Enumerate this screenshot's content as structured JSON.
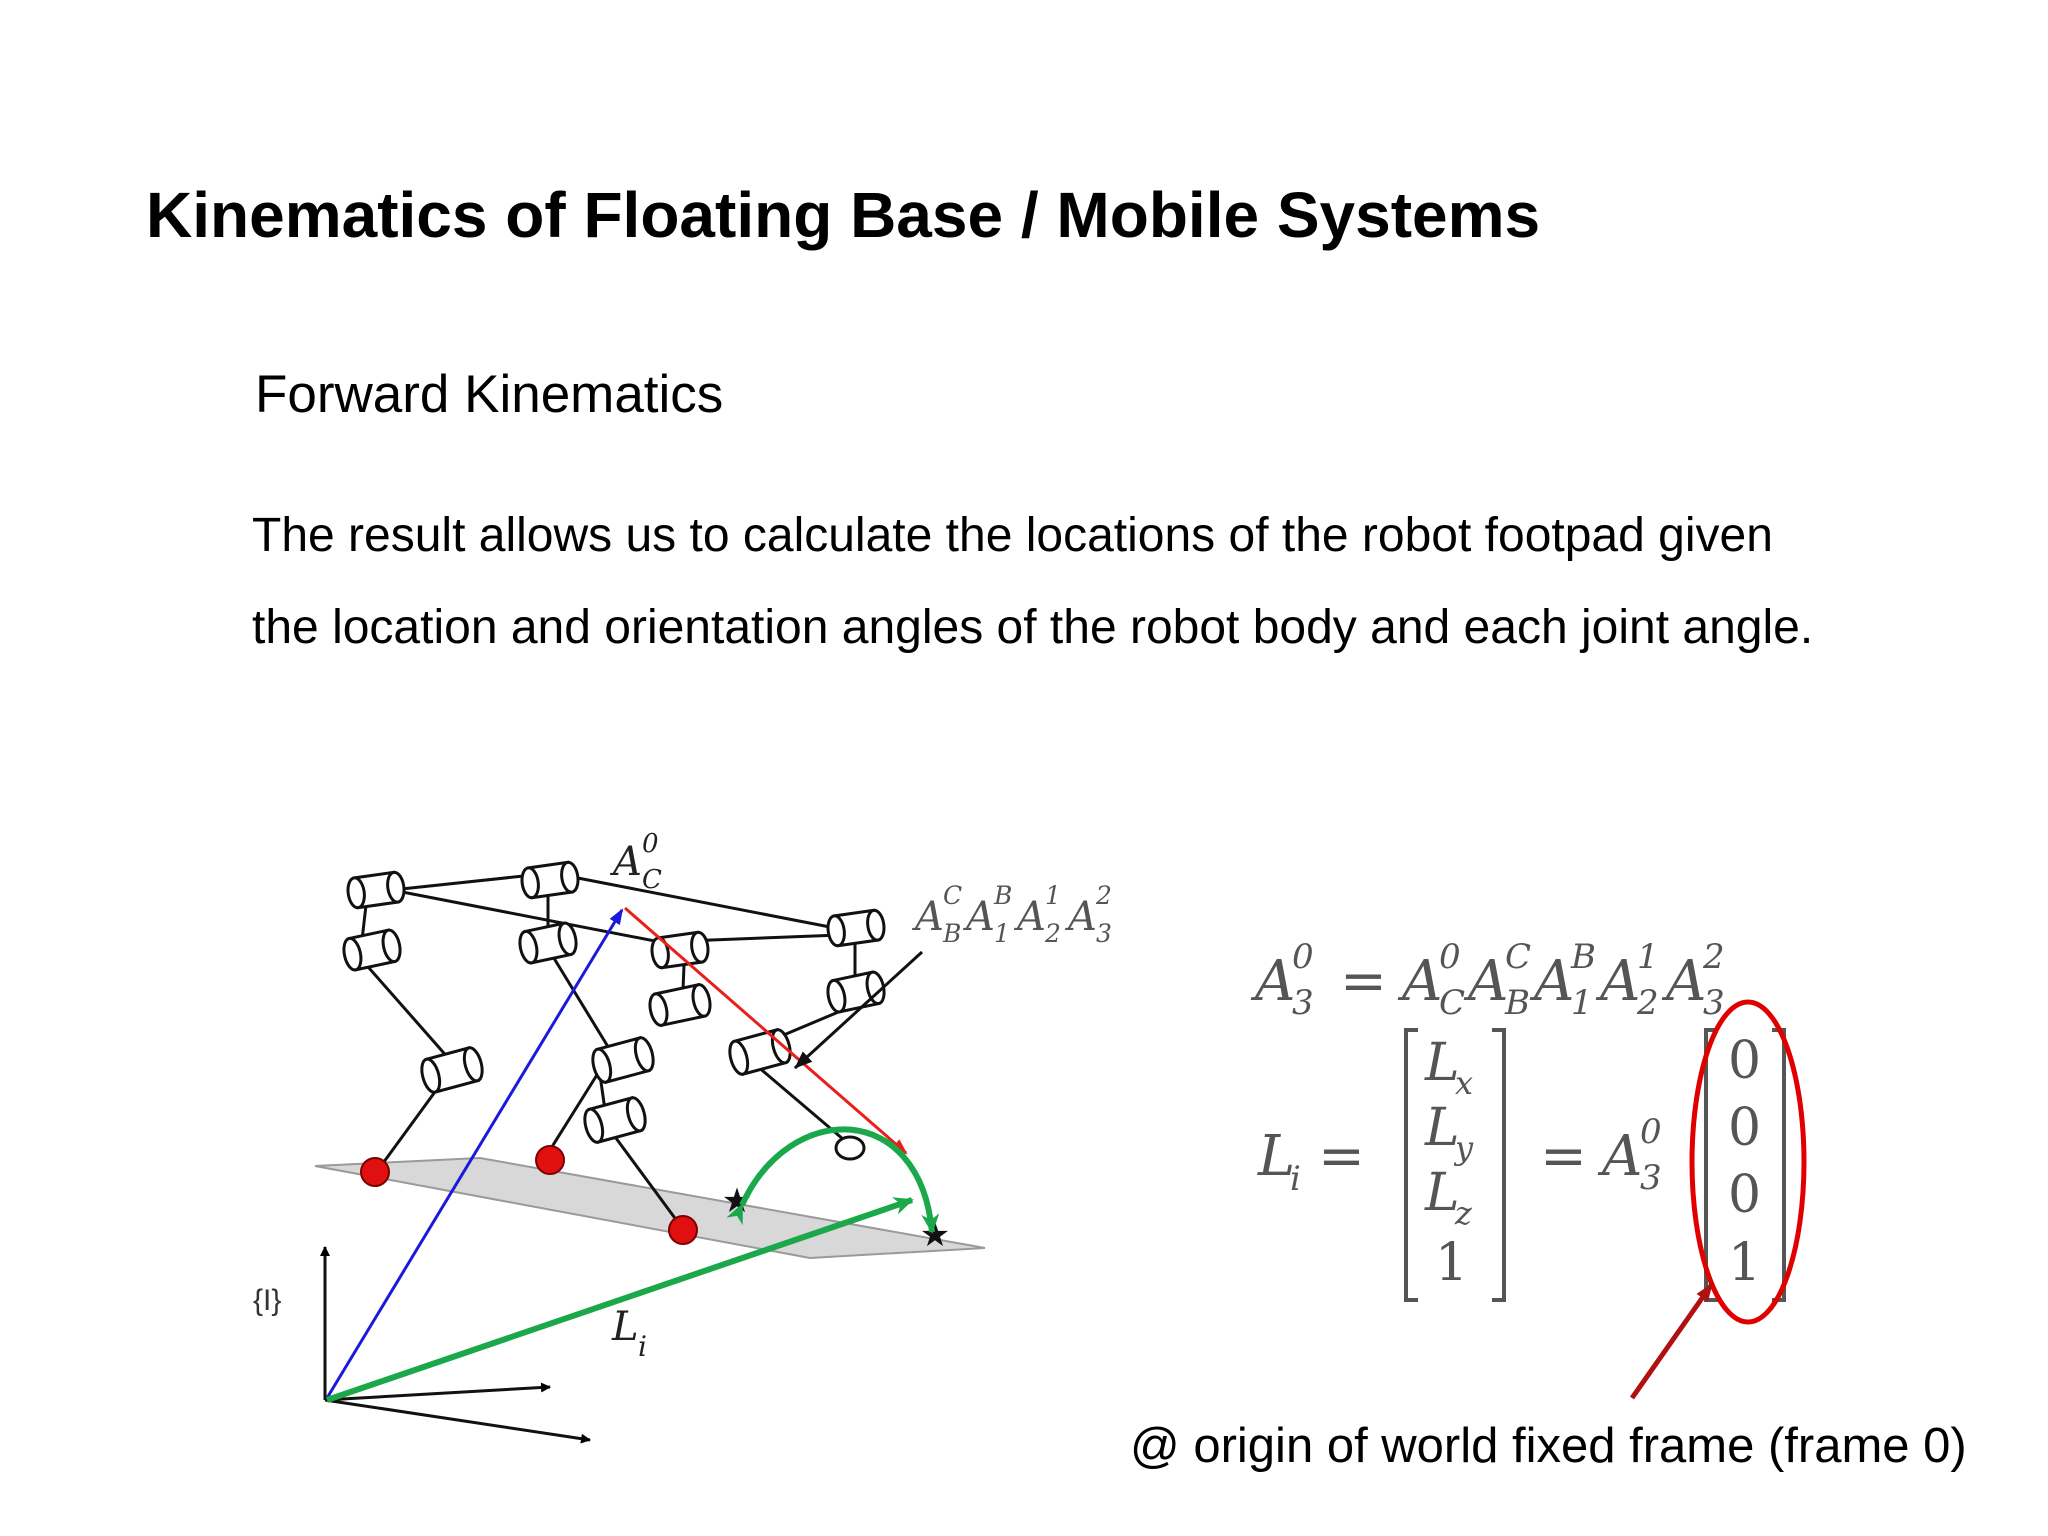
{
  "slide": {
    "title": "Kinematics of Floating Base / Mobile Systems",
    "subtitle": "Forward Kinematics",
    "body_lines": [
      "The result allows us to calculate the locations of the robot footpad given",
      "the location and orientation angles of the robot body and each joint angle."
    ],
    "caption": "@ origin of world fixed frame (frame 0)"
  },
  "diagram": {
    "frame_label": "{I}",
    "body_transform": {
      "base": "A",
      "sup": "0",
      "sub": "C"
    },
    "leg_chain": [
      {
        "base": "A",
        "sup": "C",
        "sub": "B"
      },
      {
        "base": "A",
        "sup": "B",
        "sub": "1"
      },
      {
        "base": "A",
        "sup": "1",
        "sub": "2"
      },
      {
        "base": "A",
        "sup": "2",
        "sub": "3"
      }
    ],
    "foot_vector": {
      "base": "L",
      "sub": "i"
    },
    "colors": {
      "body_vector": "#1a1adb",
      "chain_vector": "#e8201c",
      "foot_vector": "#1aa84a",
      "foot_contact": "#e01010",
      "highlight_ellipse": "#e00000",
      "callout_arrow": "#b01010",
      "ground_plane": "#d8d8d8"
    }
  },
  "equations": {
    "eq1_lhs": {
      "base": "A",
      "sup": "0",
      "sub": "3"
    },
    "eq1_rhs": [
      {
        "base": "A",
        "sup": "0",
        "sub": "C"
      },
      {
        "base": "A",
        "sup": "C",
        "sub": "B"
      },
      {
        "base": "A",
        "sup": "B",
        "sub": "1"
      },
      {
        "base": "A",
        "sup": "1",
        "sub": "2"
      },
      {
        "base": "A",
        "sup": "2",
        "sub": "3"
      }
    ],
    "eq2_lhs": {
      "base": "L",
      "sub": "i"
    },
    "vector_L": [
      {
        "base": "L",
        "sub": "x"
      },
      {
        "base": "L",
        "sub": "y"
      },
      {
        "base": "L",
        "sub": "z"
      },
      {
        "base": "1",
        "sub": ""
      }
    ],
    "eq2_mid": {
      "base": "A",
      "sup": "0",
      "sub": "3"
    },
    "origin_vector": [
      "0",
      "0",
      "0",
      "1"
    ],
    "equals": "="
  }
}
